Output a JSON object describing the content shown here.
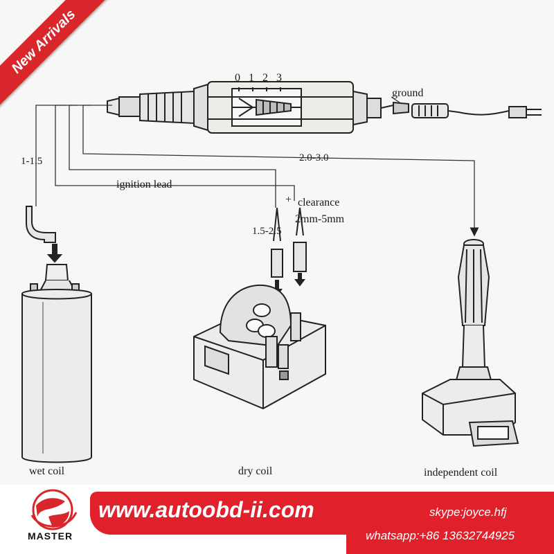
{
  "ribbon": {
    "text": "New Arrivals"
  },
  "scale": {
    "ticks": [
      "0",
      "1",
      "2",
      "3"
    ]
  },
  "labels": {
    "ground": "ground",
    "range_wet": "1-1.5",
    "range_independent": "2.0-3.0",
    "ignition_lead": "ignition lead",
    "plus": "+",
    "clearance": "clearance",
    "clearance_range": "2mm-5mm",
    "range_dry": "1.5-2.5"
  },
  "coils": {
    "wet": "wet coil",
    "dry": "dry coil",
    "independent": "independent coil"
  },
  "footer": {
    "brand": "MASTER",
    "url": "www.autoobd-ii.com",
    "skype": "skype:joyce.hfj",
    "whatsapp": "whatsapp:+86 13632744925"
  },
  "colors": {
    "accent": "#e0202a",
    "line": "#222222",
    "background": "#f7f7f5"
  }
}
